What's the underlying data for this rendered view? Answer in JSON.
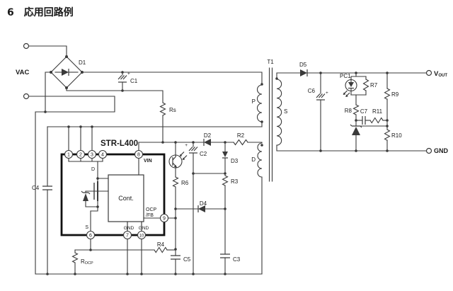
{
  "title": "6　応用回路例",
  "colors": {
    "line": "#3a3a3a",
    "background": "#ffffff",
    "ic_border": "#111111"
  },
  "labels": {
    "vac": "VAC",
    "d1": "D1",
    "c1": "C1",
    "c1_plus": "+",
    "rs": "Rs",
    "t1": "T1",
    "p_winding": "P",
    "s_winding": "S",
    "d_winding": "D",
    "d5": "D5",
    "c6": "C6",
    "c6_plus": "+",
    "pc1": "PC1",
    "r7": "R7",
    "r8": "R8",
    "c7": "C7",
    "r11": "R11",
    "r9": "R9",
    "r10": "R10",
    "vout_v": "V",
    "vout_sub": "OUT",
    "gnd_out": "GND",
    "d2": "D2",
    "r2": "R2",
    "d3": "D3",
    "r3": "R3",
    "c2": "C2",
    "c2_plus": "+",
    "r6": "R6",
    "d4": "D4",
    "r4": "R4",
    "c5": "C5",
    "c3": "C3",
    "c4": "C4",
    "rocp_r": "R",
    "rocp_sub": "OCP"
  },
  "ic": {
    "name": "STR-L400",
    "cont": "Cont.",
    "vin": "VIN",
    "ocp": "OCP",
    "fb": "/FB",
    "gnd7": "GND",
    "gnd10": "GND",
    "s_pin": "S",
    "d_pin": "D",
    "pins": {
      "p1": "1",
      "p2": "2",
      "p3": "3",
      "p4": "4",
      "p6": "6",
      "p7": "7",
      "p8": "8",
      "p9": "9",
      "p10": "10"
    }
  }
}
